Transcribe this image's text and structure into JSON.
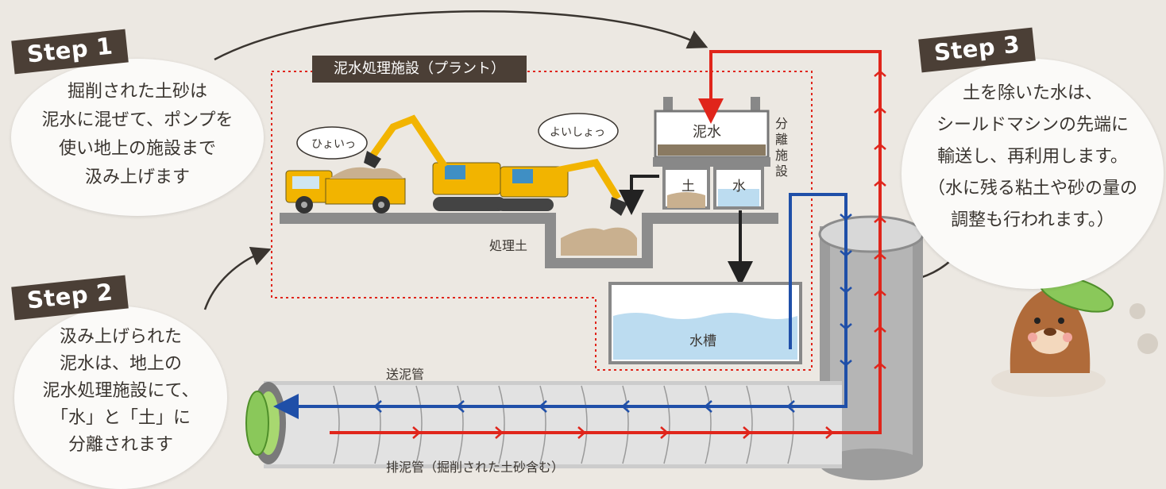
{
  "steps": [
    {
      "tag": "Step 1",
      "text": "掘削された土砂は\n泥水に混ぜて、ポンプを\n使い地上の施設まで\n汲み上げます"
    },
    {
      "tag": "Step 2",
      "text": "汲み上げられた\n泥水は、地上の\n泥水処理施設にて、\n「水」と「土」に\n分離されます"
    },
    {
      "tag": "Step 3",
      "text": "土を除いた水は、\nシールドマシンの先端に\n輸送し、再利用します。\n（水に残る粘土や砂の量の\n調整も行われます。）"
    }
  ],
  "plant": {
    "title": "泥水処理施設（プラント）",
    "separator_label": "分離施設",
    "mud_label": "泥水",
    "soil_label": "土",
    "water_label": "水",
    "treated_soil_label": "処理土",
    "tank_label": "水槽"
  },
  "pipes": {
    "supply_label": "送泥管",
    "discharge_label": "排泥管（掘削された土砂含む）"
  },
  "speech": {
    "left": "ひょいっ",
    "right": "よいしょっ"
  },
  "colors": {
    "supply_pipe": "#1f4fa8",
    "discharge_pipe": "#e0251b",
    "tag_bg": "#4b3f36",
    "machinery": "#f2b400"
  },
  "icons": [
    "dump-truck-icon",
    "excavator-icon",
    "mole-mascot-icon",
    "cutter-head-icon"
  ]
}
